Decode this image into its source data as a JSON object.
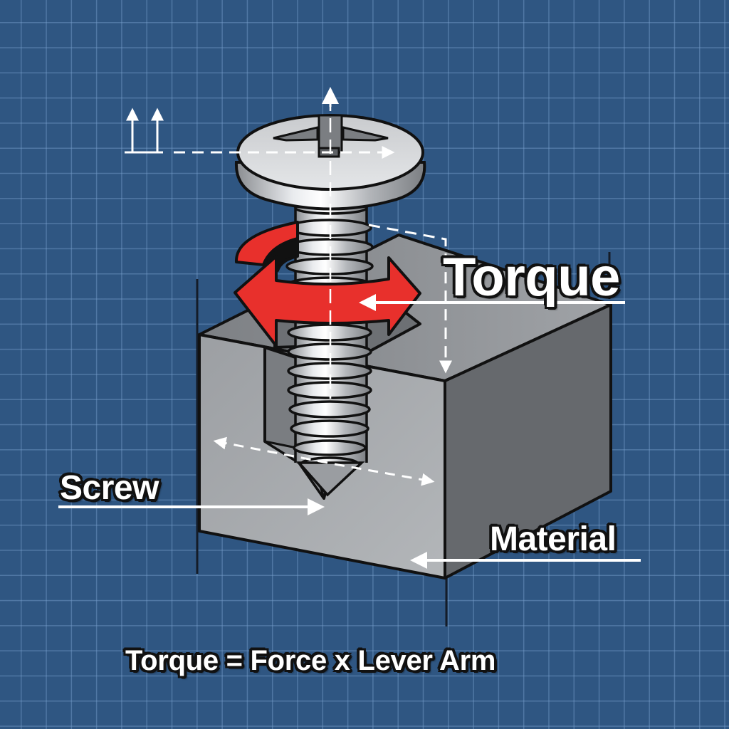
{
  "diagram": {
    "title": "Torque",
    "labels": {
      "torque": "Torque",
      "screw": "Screw",
      "material": "Material"
    },
    "formula": "Torque = Force x Lever Arm",
    "elements": {
      "screw_head_type": "Phillips pan head",
      "rotation_arrow": "bidirectional rotation arrow",
      "block": "material block (cutaway)"
    },
    "colors": {
      "background": "#2f5682",
      "grid": "#6a96c8",
      "rotation_arrow": "#e8302c",
      "block_front": "#a4a7ab",
      "block_side": "#6b6e72",
      "block_top": "#8f9296",
      "label_fill": "#ffffff",
      "label_outline": "#111111"
    }
  }
}
